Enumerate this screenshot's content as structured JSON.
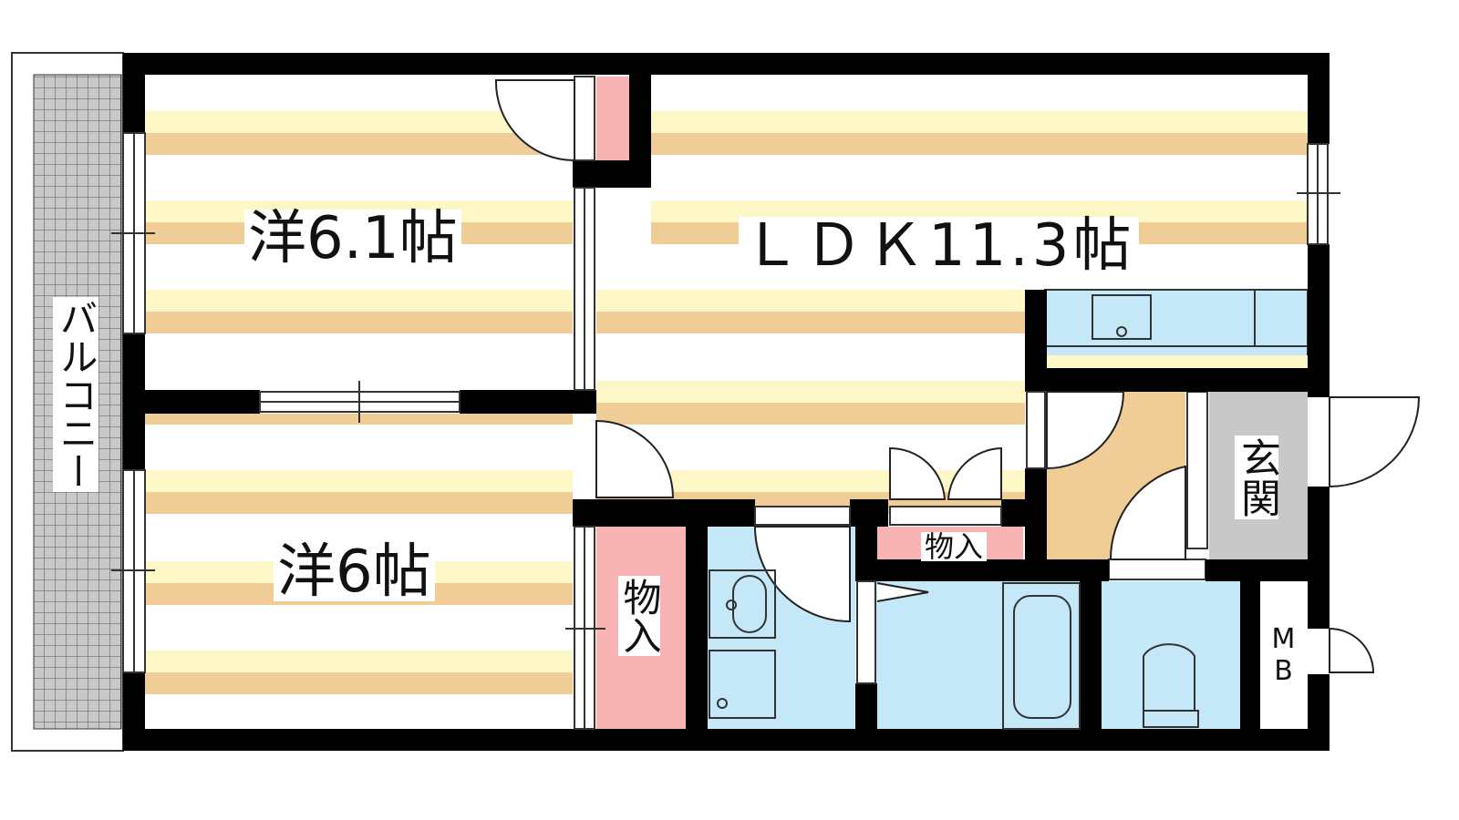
{
  "plan": {
    "balcony": "バルコニー",
    "room_west_upper": "洋6.1帖",
    "ldk": "ＬＤＫ11.3帖",
    "room_west_lower": "洋6帖",
    "closet_vertical": "物入",
    "closet_horizontal": "物入",
    "entrance": "玄関",
    "meter_box": "MB"
  },
  "colors": {
    "floor_light": "#fef8c8",
    "floor_dark": "#f0cc96",
    "storage": "#f8b4b4",
    "wet_area": "#c4e8f8",
    "entrance": "#c8c8c8",
    "entry_floor": "#f0cc96",
    "wall": "#000000"
  }
}
